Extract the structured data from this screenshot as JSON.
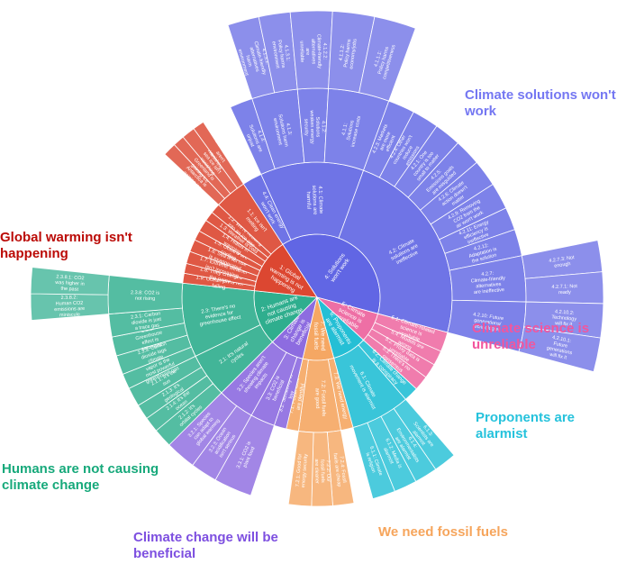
{
  "chart_data": {
    "type": "sunburst",
    "center": [
      352,
      330
    ],
    "ring_radii": [
      0,
      70,
      150,
      232,
      318
    ],
    "start_angle_deg": -33,
    "legend_position": "outer-labels",
    "categories": [
      {
        "id": "4",
        "label": "4: Solutions won't work",
        "display_label": "Climate solutions won't work",
        "color": "#6166e4",
        "label_color": "#7477f2",
        "children": [
          {
            "label": "4.4: Clean energy won't work",
            "w": 8
          },
          {
            "label": "4.1: Climate solutions are harmful",
            "children": [
              {
                "label": "4.1.4: Solutions are unjust",
                "w": 6
              },
              {
                "label": "4.1.3: Solutions harm environment",
                "children": [
                  {
                    "label": "4.1.3.2: Climate-friendly alternatives harm environment",
                    "w": 6
                  },
                  {
                    "label": "4.1.3.1: Policy harms environment",
                    "w": 6
                  }
                ]
              },
              {
                "label": "4.1.2: Solutions weaken energy security",
                "children": [
                  {
                    "label": "4.1.2.2: Climate-friendly alternatives are unreliable",
                    "w": 8
                  }
                ]
              },
              {
                "label": "4.1.1: Solutions increase costs",
                "children": [
                  {
                    "label": "4.1.1.2: Policy harms economy/jobs",
                    "w": 8
                  },
                  {
                    "label": "4.1.1.1: Policy harms competitiveness",
                    "w": 8
                  }
                ]
              }
            ]
          },
          {
            "label": "4.2: Climate solutions are ineffective",
            "children": [
              {
                "label": "4.2.3: Markets are more efficient",
                "w": 7
              },
              {
                "label": "4.2.4: Other countries won't reduce emissions",
                "w": 7
              },
              {
                "label": "4.2.1: One country is too small to matter",
                "w": 7
              },
              {
                "label": "4.2.5: Emissions goals are misguided",
                "w": 7
              },
              {
                "label": "4.2.6: Climate action doesn't matter",
                "w": 7
              },
              {
                "label": "4.2.9: Removing CO2 from the air won't work",
                "w": 7
              },
              {
                "label": "4.2.11: Energy efficiency is ineffective",
                "w": 6
              },
              {
                "label": "4.2.12: Adaptation is the solution",
                "w": 7
              },
              {
                "label": "4.2.7: Climate-friendly alternatives are ineffective",
                "children": [
                  {
                    "label": "4.2.7.3: Not enough",
                    "w": 6
                  },
                  {
                    "label": "4.2.7.1: Not ready",
                    "w": 6
                  }
                ]
              },
              {
                "label": "4.2.10: Future generations/ technologies",
                "children": [
                  {
                    "label": "4.2.10.2: Technology will fix it",
                    "w": 6.5
                  },
                  {
                    "label": "4.2.10.1: Future generations will fix it",
                    "w": 6.5
                  }
                ]
              }
            ]
          }
        ]
      },
      {
        "id": "5",
        "label": "5: Climate science is unreliable",
        "display_label": "Climate science is unreliable",
        "color": "#ee6fa5",
        "label_color": "#f2569d",
        "children": [
          {
            "label": "5.1: Climate-related science is unreliable",
            "w": 8
          },
          {
            "label": "5.4: Models are wrong",
            "w": 6
          },
          {
            "label": "5.2: Proxy data is unreliable",
            "w": 6
          },
          {
            "label": "5.3: There's no consensus",
            "w": 6
          }
        ]
      },
      {
        "id": "6",
        "label": "6: Proponents are alarmist",
        "display_label": "Proponents are alarmist",
        "color": "#25bfd5",
        "label_color": "#25c2dc",
        "children": [
          {
            "label": "6.2: Climate change is a conspiracy",
            "w": 6
          },
          {
            "label": "6.1: Climate movement is alarmist",
            "children": [
              {
                "label": "6.1.3: Scientists are alarmist",
                "w": 6
              },
              {
                "label": "6.1.4: Environmentalists are alarmist",
                "w": 6
              },
              {
                "label": "6.1.2: Media is alarmist",
                "w": 6
              },
              {
                "label": "6.1.1: Climate is religion",
                "w": 6
              }
            ]
          }
        ]
      },
      {
        "id": "7",
        "label": "7: We need fossil fuels",
        "display_label": "We need fossil fuels",
        "color": "#f5a763",
        "label_color": "#f6a55c",
        "children": [
          {
            "label": "7.3: We need energy",
            "w": 5
          },
          {
            "label": "7.2: Fossil fuels are good",
            "children": [
              {
                "label": "7.2.4: Fossil fuels are cheap",
                "w": 5.5
              },
              {
                "label": "7.2.2: Our fossil fuels are cleaner",
                "w": 5.5
              },
              {
                "label": "7.2.1: Good for energy security",
                "w": 6
              }
            ]
          },
          {
            "label": "7.1: Fossil fuels are plentiful",
            "w": 5
          }
        ]
      },
      {
        "id": "3",
        "label": "3: Climate change is beneficial",
        "display_label": "Climate change will be beneficial",
        "color": "#8d6ce0",
        "label_color": "#7d4fe0",
        "children": [
          {
            "label": "3.1: Sensitivity is low",
            "w": 5
          },
          {
            "label": "3.3: CO2 is beneficial",
            "children": [
              {
                "label": "3.3.1: CO2 is plant food",
                "w": 10
              }
            ]
          },
          {
            "label": "3.2: Species aren't showing climate impacts",
            "children": [
              {
                "label": "3.2.3: Ocean acidification isn't serious",
                "w": 7
              },
              {
                "label": "3.2.1: Species can adapt to global warming",
                "w": 8
              }
            ]
          }
        ]
      },
      {
        "id": "2",
        "label": "2: Humans are not causing climate change",
        "display_label": "Humans are not causing climate change",
        "color": "#2fae8e",
        "label_color": "#17a97b",
        "children": [
          {
            "label": "2.1: It's natural cycles",
            "children": [
              {
                "label": "2.1.2: It's orbital cycles",
                "w": 5
              },
              {
                "label": "2.1.4: It's the ocean",
                "w": 4
              },
              {
                "label": "2.1.3: It's geological",
                "w": 4
              },
              {
                "label": "2.1.1: It's the sun",
                "w": 5
              }
            ]
          },
          {
            "label": "2.3: There's no evidence for greenhouse effect",
            "children": [
              {
                "label": "2.3.4: Water vapor is the most powerful greenhouse gas",
                "w": 4
              },
              {
                "label": "2.3.3: Carbon dioxide lags climate",
                "w": 5
              },
              {
                "label": "2.3.2: Greenhouse effect is saturated",
                "w": 5
              },
              {
                "label": "2.3.1: Carbon dioxide is just a trace gas",
                "w": 6
              },
              {
                "label": "2.3.8: CO2 is not rising",
                "children": [
                  {
                    "label": "2.3.8.2: Human CO2 emissions are miniscule",
                    "w": 5
                  },
                  {
                    "label": "2.3.8.1: CO2 was higher in the past",
                    "w": 5
                  }
                ]
              }
            ]
          }
        ]
      },
      {
        "id": "1",
        "label": "1: Global warming is not happening",
        "display_label": "Global warming isn't happening",
        "color": "#dc4731",
        "label_color": "#bb0a06",
        "children": [
          {
            "label": "1.9: Ocean pH is not falling",
            "w": 4
          },
          {
            "label": "1.8: They changed the name",
            "w": 4
          },
          {
            "label": "1.7: Extreme weather isn't increasing",
            "w": 5
          },
          {
            "label": "1.6: Sea level rise is exaggerated",
            "w": 5
          },
          {
            "label": "1.5: Oceans are cooling",
            "w": 4
          },
          {
            "label": "1.4: Hiatus in warming",
            "w": 5
          },
          {
            "label": "1.3: Weather is cold",
            "w": 4
          },
          {
            "label": "1.2: We're heading into an ice age",
            "w": 4
          },
          {
            "label": "1.1: Ice isn't melting",
            "children": [
              {
                "label": "1.1.1: Antarctica is gaining ice",
                "w": 3.5
              },
              {
                "label": "1.1.2: Greenland is gaining ice",
                "w": 3
              },
              {
                "label": "1.1.3: Arctic sea ice isn't vanishing",
                "w": 3.5
              },
              {
                "label": "1.1.4: Glaciers aren't vanishing",
                "w": 3
              }
            ]
          }
        ]
      }
    ]
  }
}
